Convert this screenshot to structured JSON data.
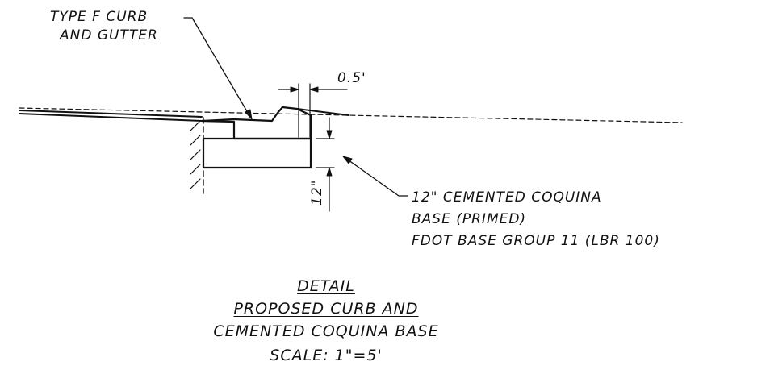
{
  "labels": {
    "curb_line1": "TYPE F CURB",
    "curb_line2": "AND GUTTER",
    "offset_dim": "0.5'",
    "depth_dim": "12\"",
    "base_line1": "12\" CEMENTED COQUINA",
    "base_line2": "BASE (PRIMED)",
    "base_line3": "FDOT BASE GROUP 11 (LBR 100)"
  },
  "title_block": {
    "line1": "DETAIL",
    "line2": "PROPOSED CURB AND",
    "line3": "CEMENTED COQUINA BASE",
    "scale": "SCALE: 1\"=5'"
  },
  "colors": {
    "ink": "#111111",
    "background": "#ffffff"
  }
}
